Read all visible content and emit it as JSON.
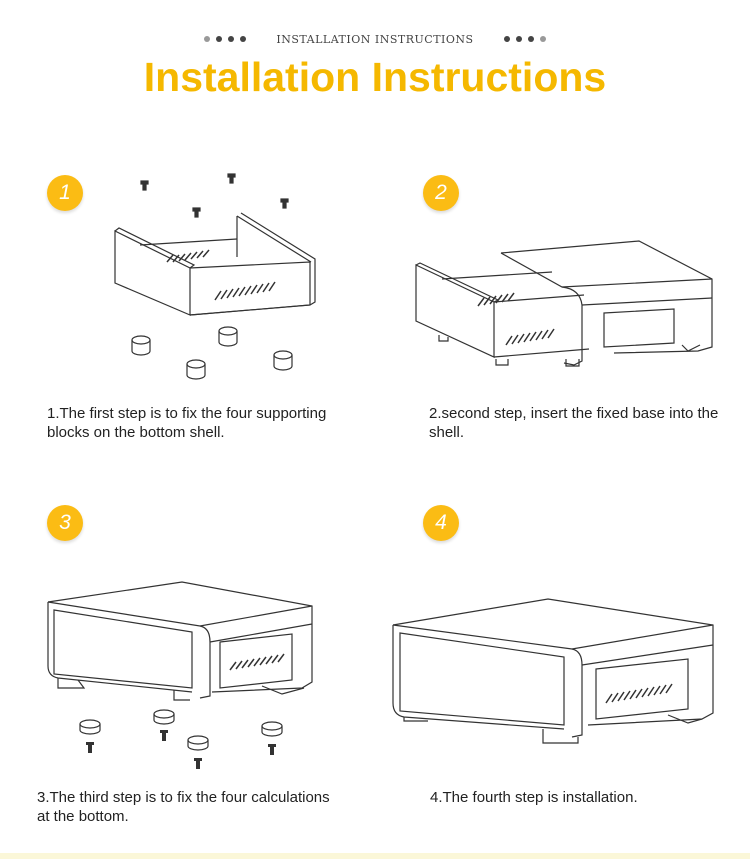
{
  "header": {
    "subtitle": "INSTALLATION INSTRUCTIONS",
    "title": "Installation Instructions"
  },
  "accent_color": "#fbbc14",
  "title_color": "#f5b800",
  "steps": [
    {
      "number": "1",
      "caption": "1.The first step is to fix the four supporting blocks on the bottom shell."
    },
    {
      "number": "2",
      "caption": "2.second step, insert the fixed base into the shell."
    },
    {
      "number": "3",
      "caption": "3.The third step is to fix the four calculations at the bottom."
    },
    {
      "number": "4",
      "caption": "4.The fourth step is installation."
    }
  ]
}
